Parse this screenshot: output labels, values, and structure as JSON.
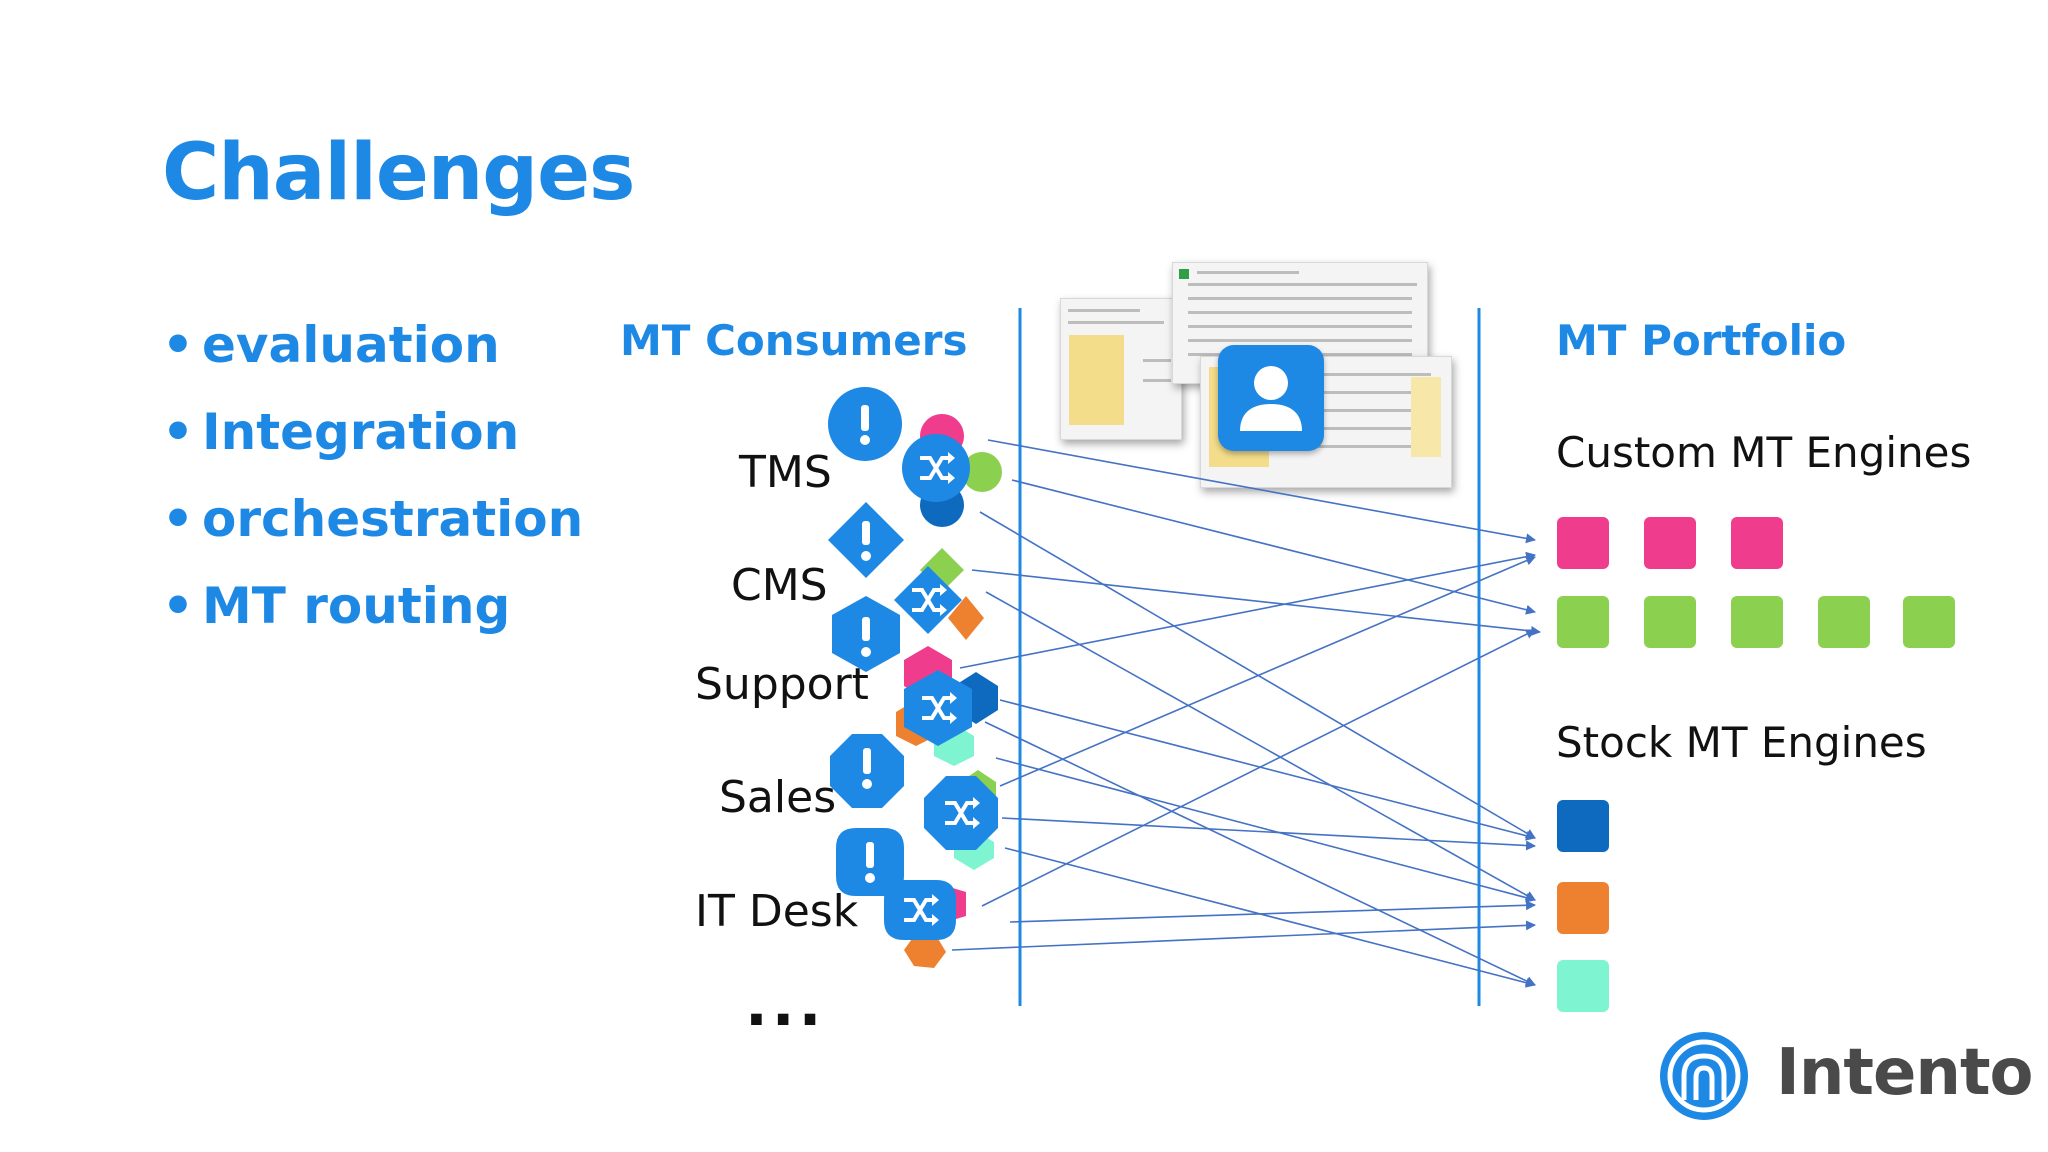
{
  "slide": {
    "title": "Challenges",
    "bullets": [
      "evaluation",
      "Integration",
      "orchestration",
      "MT routing"
    ],
    "bullet_symbol": "•"
  },
  "consumers": {
    "heading": "MT Consumers",
    "items": [
      "TMS",
      "CMS",
      "Support",
      "Sales",
      "IT Desk"
    ],
    "more": "..."
  },
  "portfolio": {
    "heading": "MT Portfolio",
    "custom_label": "Custom MT Engines",
    "stock_label": "Stock MT Engines"
  },
  "logo": {
    "name": "Intento",
    "icon": "intento-logo-icon"
  },
  "icons": {
    "alert": "alert-icon",
    "shuffle": "shuffle-icon",
    "user": "user-icon",
    "spreadsheet": "spreadsheet-icon"
  },
  "colors": {
    "accent": "#1e88e5",
    "pink": "#f03c8c",
    "green": "#8cd050",
    "blue": "#0d6abf",
    "orange": "#ee8130",
    "mint": "#7ef5d0"
  }
}
